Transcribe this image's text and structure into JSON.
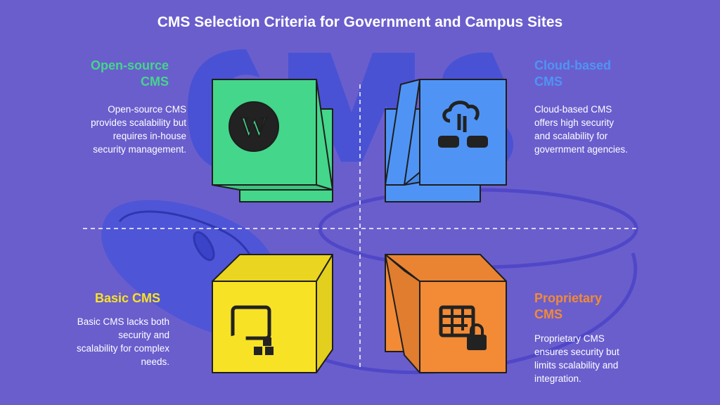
{
  "title": "CMS Selection Criteria for Government and Campus Sites",
  "colors": {
    "background": "#6a5ecd",
    "open_source": "#44d68a",
    "cloud": "#4f94f5",
    "basic": "#f7e226",
    "proprietary": "#f28a36",
    "outline": "#1e1e1e"
  },
  "quadrants": [
    {
      "heading_line1": "Open-source",
      "heading_line2": "CMS",
      "description": "Open-source CMS provides scalability but requires in-house security management.",
      "icon": "wordpress-icon"
    },
    {
      "heading_line1": "Cloud-based",
      "heading_line2": "CMS",
      "description": "Cloud-based CMS offers high security and scalability for government agencies.",
      "icon": "cloud-server-icon"
    },
    {
      "heading_line1": "Basic CMS",
      "description": "Basic CMS lacks both security and scalability for complex needs.",
      "icon": "browser-blocks-icon"
    },
    {
      "heading_line1": "Proprietary",
      "heading_line2": "CMS",
      "description": "Proprietary CMS ensures security but limits scalability and integration.",
      "icon": "table-lock-icon"
    }
  ]
}
